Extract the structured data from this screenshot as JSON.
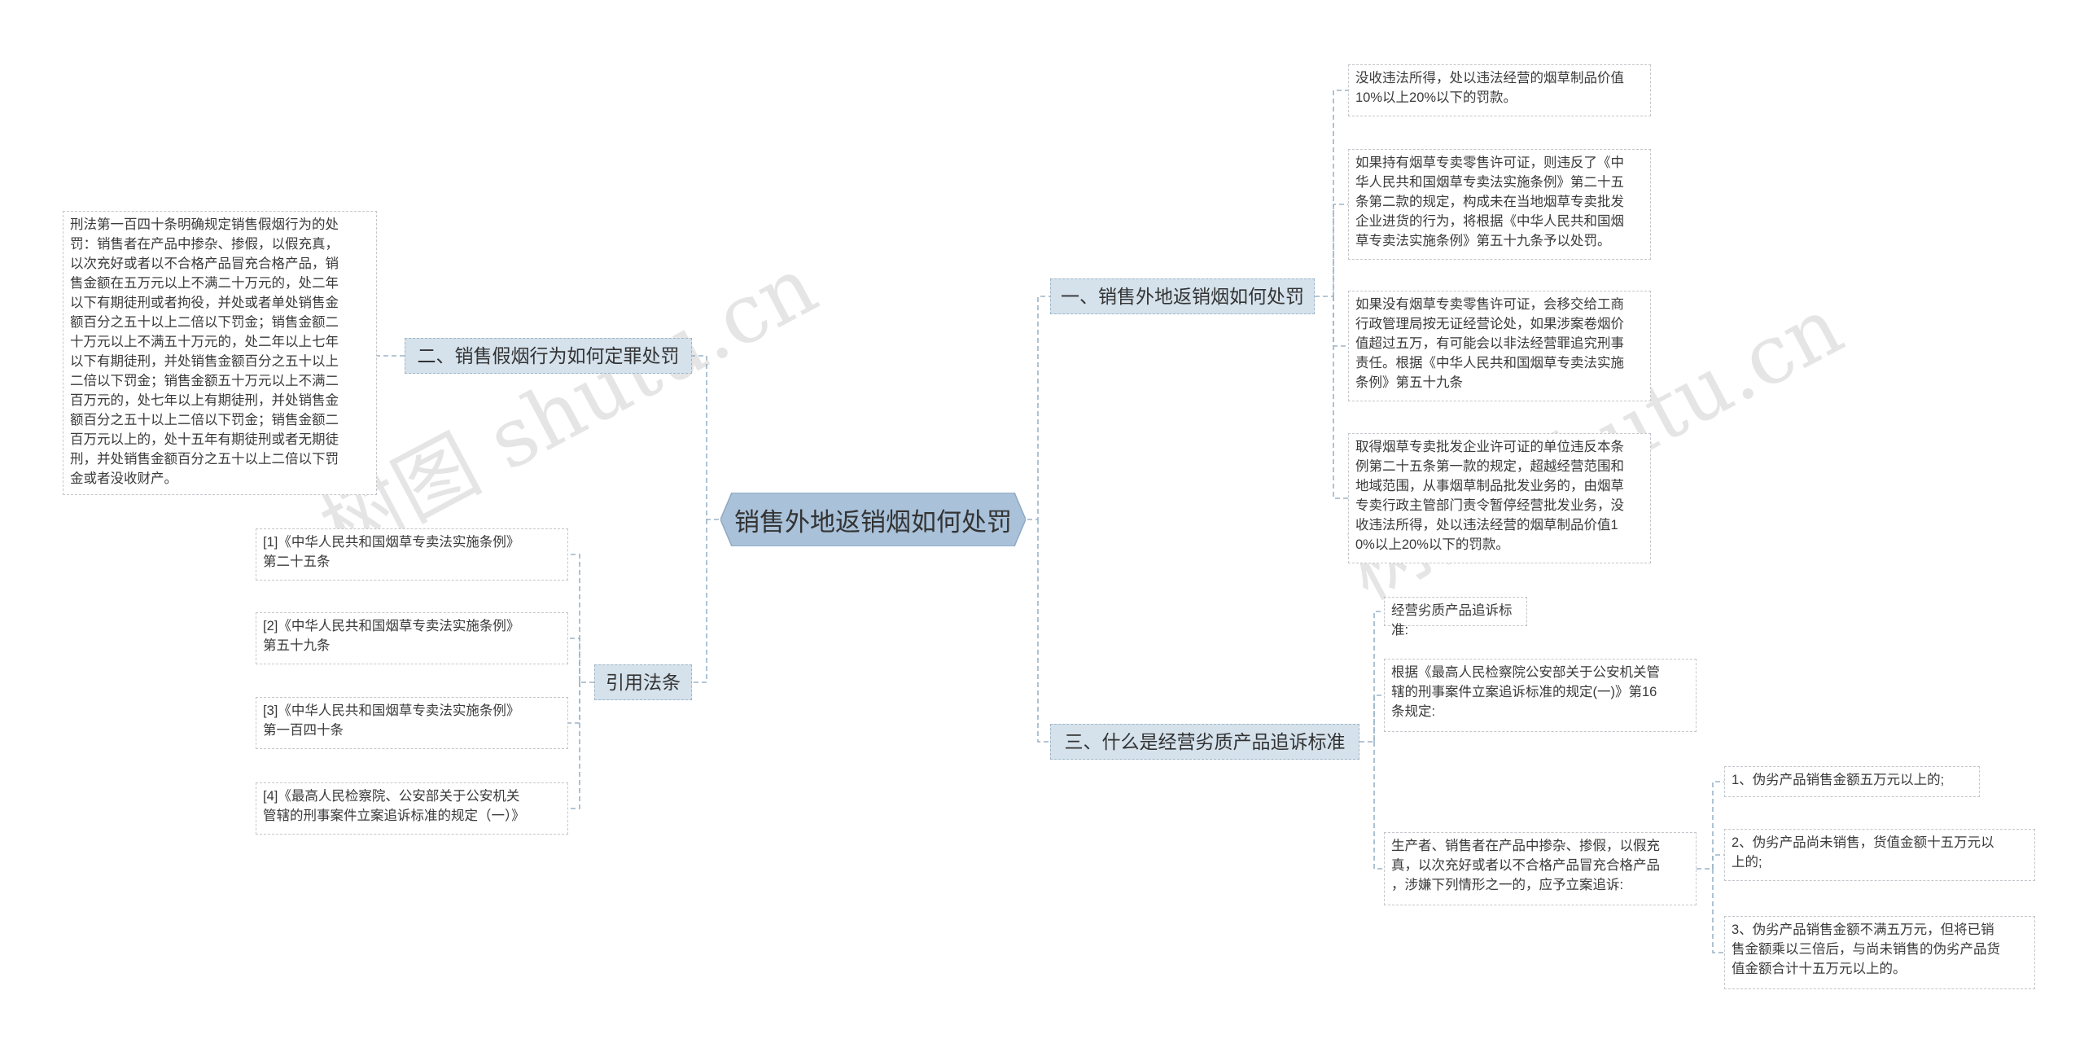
{
  "root": {
    "label": "销售外地返销烟如何处罚"
  },
  "branches": {
    "b1": "一、销售外地返销烟如何处罚",
    "b2": "二、销售假烟行为如何定罪处罚",
    "b3": "三、什么是经营劣质产品追诉标准",
    "b4": "引用法条"
  },
  "leaves": {
    "l1": "没收违法所得，处以违法经营的烟草制品价值\n10%以上20%以下的罚款。",
    "l2": "如果持有烟草专卖零售许可证，则违反了《中\n华人民共和国烟草专卖法实施条例》第二十五\n条第二款的规定，构成未在当地烟草专卖批发\n企业进货的行为，将根据《中华人民共和国烟\n草专卖法实施条例》第五十九条予以处罚。",
    "l3": "如果没有烟草专卖零售许可证，会移交给工商\n行政管理局按无证经营论处，如果涉案卷烟价\n值超过五万，有可能会以非法经营罪追究刑事\n责任。根据《中华人民共和国烟草专卖法实施\n条例》第五十九条",
    "l4": "取得烟草专卖批发企业许可证的单位违反本条\n例第二十五条第一款的规定，超越经营范围和\n地域范围，从事烟草制品批发业务的，由烟草\n专卖行政主管部门责令暂停经营批发业务，没\n收违法所得，处以违法经营的烟草制品价值1\n0%以上20%以下的罚款。",
    "l5": "刑法第一百四十条明确规定销售假烟行为的处\n罚：销售者在产品中掺杂、掺假，以假充真，\n以次充好或者以不合格产品冒充合格产品，销\n售金额在五万元以上不满二十万元的，处二年\n以下有期徒刑或者拘役，并处或者单处销售金\n额百分之五十以上二倍以下罚金；销售金额二\n十万元以上不满五十万元的，处二年以上七年\n以下有期徒刑，并处销售金额百分之五十以上\n二倍以下罚金；销售金额五十万元以上不满二\n百万元的，处七年以上有期徒刑，并处销售金\n额百分之五十以上二倍以下罚金；销售金额二\n百万元以上的，处十五年有期徒刑或者无期徒\n刑，并处销售金额百分之五十以上二倍以下罚\n金或者没收财产。",
    "l6": "经营劣质产品追诉标准:",
    "l7": "根据《最高人民检察院公安部关于公安机关管\n辖的刑事案件立案追诉标准的规定(一)》第16\n条规定:",
    "l8": "生产者、销售者在产品中掺杂、掺假，以假充\n真，以次充好或者以不合格产品冒充合格产品\n，涉嫌下列情形之一的，应予立案追诉:",
    "l9": "1、伪劣产品销售金额五万元以上的;",
    "l10": "2、伪劣产品尚未销售，货值金额十五万元以\n上的;",
    "l11": "3、伪劣产品销售金额不满五万元，但将已销\n售金额乘以三倍后，与尚未销售的伪劣产品货\n值金额合计十五万元以上的。",
    "l12": "[1]《中华人民共和国烟草专卖法实施条例》\n第二十五条",
    "l13": "[2]《中华人民共和国烟草专卖法实施条例》\n第五十九条",
    "l14": "[3]《中华人民共和国烟草专卖法实施条例》\n第一百四十条",
    "l15": "[4]《最高人民检察院、公安部关于公安机关\n管辖的刑事案件立案追诉标准的规定（一）》"
  },
  "colors": {
    "root_fill": "#a9c1d9",
    "branch_fill": "#d5e2ec",
    "connector": "#9bb4c8"
  },
  "watermark": [
    "树图 shutu.cn",
    "树图 shutu.cn"
  ]
}
